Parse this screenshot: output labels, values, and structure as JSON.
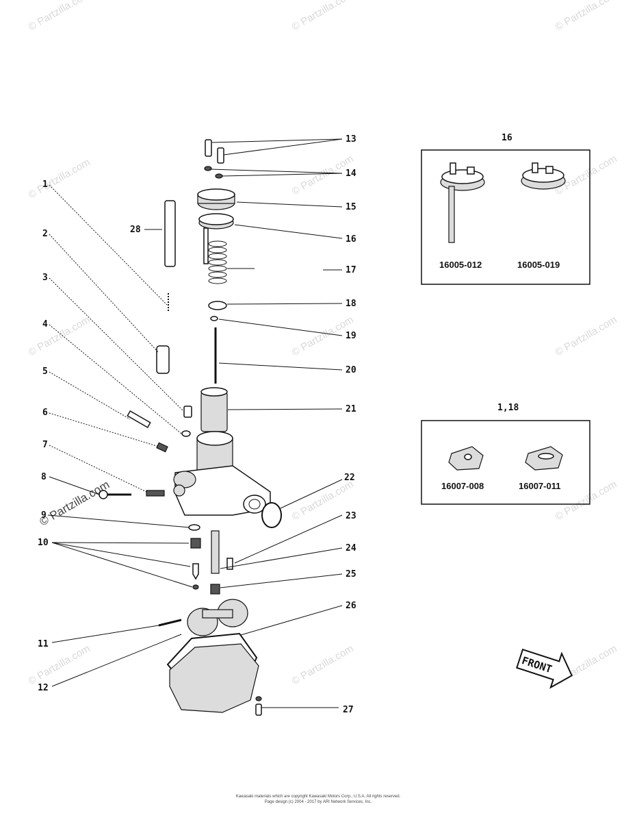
{
  "watermark": "© Partzilla.com",
  "callouts": {
    "c1": "1",
    "c2": "2",
    "c3": "3",
    "c4": "4",
    "c5": "5",
    "c6": "6",
    "c7": "7",
    "c8": "8",
    "c9": "9",
    "c10": "10",
    "c11": "11",
    "c12": "12",
    "c13": "13",
    "c14": "14",
    "c15": "15",
    "c16": "16",
    "c17": "17",
    "c18": "18",
    "c19": "19",
    "c20": "20",
    "c21": "21",
    "c22": "22",
    "c23": "23",
    "c24": "24",
    "c25": "25",
    "c26": "26",
    "c27": "27",
    "c28": "28"
  },
  "inset_top": {
    "title": "16",
    "part_a": "16005-012",
    "part_b": "16005-019"
  },
  "inset_bottom": {
    "title": "1,18",
    "part_a": "16007-008",
    "part_b": "16007-011"
  },
  "front_arrow": {
    "label": "FRONT"
  },
  "footer": {
    "line1": "Kawasaki materials which are copyright Kawasaki Motors Corp., U.S.A. All rights reserved.",
    "line2": "Page design (c) 2004 - 2017 by ARI Network Services, Inc."
  }
}
